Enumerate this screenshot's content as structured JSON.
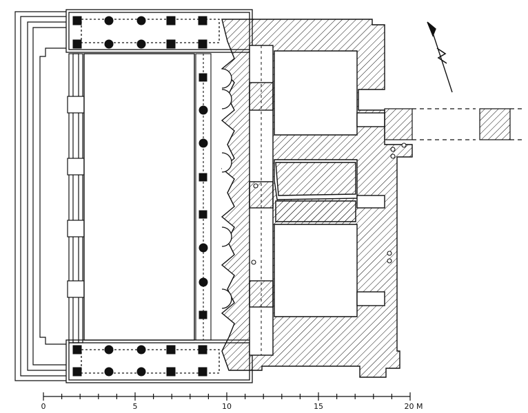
{
  "scale_bar": {
    "labels": [
      {
        "value": "0"
      },
      {
        "value": "5"
      },
      {
        "value": "10"
      },
      {
        "value": "15"
      },
      {
        "value": "20 M"
      }
    ],
    "major_ticks": [
      0,
      5,
      10,
      15,
      20
    ],
    "minor_ticks": [
      1,
      2,
      3,
      4,
      6,
      7,
      8,
      9,
      11,
      12,
      13,
      14,
      16,
      17,
      18,
      19
    ]
  },
  "north_arrow": {
    "icon": "north-arrow-icon"
  },
  "hatch_color": "#111111",
  "line_color": "#111111"
}
